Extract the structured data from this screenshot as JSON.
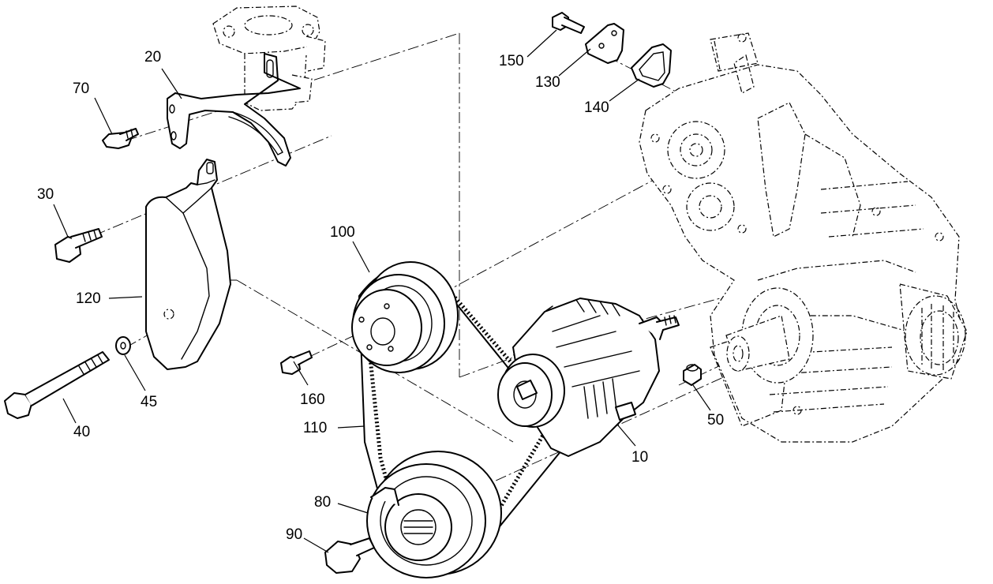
{
  "callouts": [
    {
      "id": "10",
      "label": "10"
    },
    {
      "id": "20",
      "label": "20"
    },
    {
      "id": "30",
      "label": "30"
    },
    {
      "id": "40",
      "label": "40"
    },
    {
      "id": "45",
      "label": "45"
    },
    {
      "id": "50",
      "label": "50"
    },
    {
      "id": "70",
      "label": "70"
    },
    {
      "id": "80",
      "label": "80"
    },
    {
      "id": "90",
      "label": "90"
    },
    {
      "id": "100",
      "label": "100"
    },
    {
      "id": "110",
      "label": "110"
    },
    {
      "id": "120",
      "label": "120"
    },
    {
      "id": "130",
      "label": "130"
    },
    {
      "id": "140",
      "label": "140"
    },
    {
      "id": "150",
      "label": "150"
    },
    {
      "id": "160",
      "label": "160"
    }
  ],
  "colors": {
    "ink": "#000000",
    "paper": "#ffffff"
  }
}
